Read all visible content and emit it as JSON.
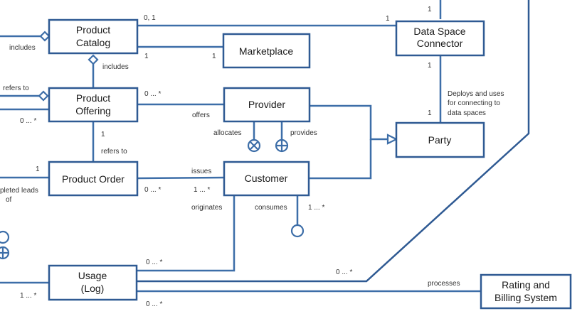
{
  "diagram": {
    "colors": {
      "box_border": "#2f5a93",
      "edge": "#3d6ea8",
      "text": "#1a1a1a"
    },
    "boxes": {
      "product_catalog": {
        "lines": [
          "Product",
          "Catalog"
        ]
      },
      "marketplace": {
        "lines": [
          "Marketplace"
        ]
      },
      "data_space_connector": {
        "lines": [
          "Data Space",
          "Connector"
        ]
      },
      "product_offering": {
        "lines": [
          "Product",
          "Offering"
        ]
      },
      "provider": {
        "lines": [
          "Provider"
        ]
      },
      "party": {
        "lines": [
          "Party"
        ]
      },
      "product_order": {
        "lines": [
          "Product Order"
        ]
      },
      "customer": {
        "lines": [
          "Customer"
        ]
      },
      "usage_log": {
        "lines": [
          "Usage",
          "(Log)"
        ]
      },
      "rating_billing": {
        "lines": [
          "Rating and",
          "Billing System"
        ]
      }
    },
    "labels": {
      "includes_left": "includes",
      "includes_below_catalog": "includes",
      "refers_to_left": "refers to",
      "refers_to_order": "refers to",
      "completed_leads_1": "pleted leads",
      "completed_leads_2": "of",
      "offers": "offers",
      "allocates": "allocates",
      "provides": "provides",
      "issues": "issues",
      "originates": "originates",
      "consumes": "consumes",
      "deploys_1": "Deploys and uses",
      "deploys_2": "for connecting to",
      "deploys_3": "data spaces",
      "processes": "processes"
    },
    "multiplicities": {
      "catalog_to_connector_src": "0, 1",
      "catalog_to_connector_dst": "1",
      "catalog_to_marketplace_src": "1",
      "catalog_to_marketplace_dst": "1",
      "connector_top": "1",
      "connector_bottom": "1",
      "party_top": "1",
      "offering_to_provider": "0 ... *",
      "offering_left": "0 ... *",
      "offering_to_order": "1",
      "order_left": "1",
      "order_to_customer_src": "0 ... *",
      "order_to_customer_dst": "1 ... *",
      "customer_consumes": "1 ... *",
      "usage_top_right": "0 ... *",
      "usage_bottom_right": "0 ... *",
      "usage_left": "1 ... *",
      "usage_to_party": "0 ... *"
    }
  }
}
